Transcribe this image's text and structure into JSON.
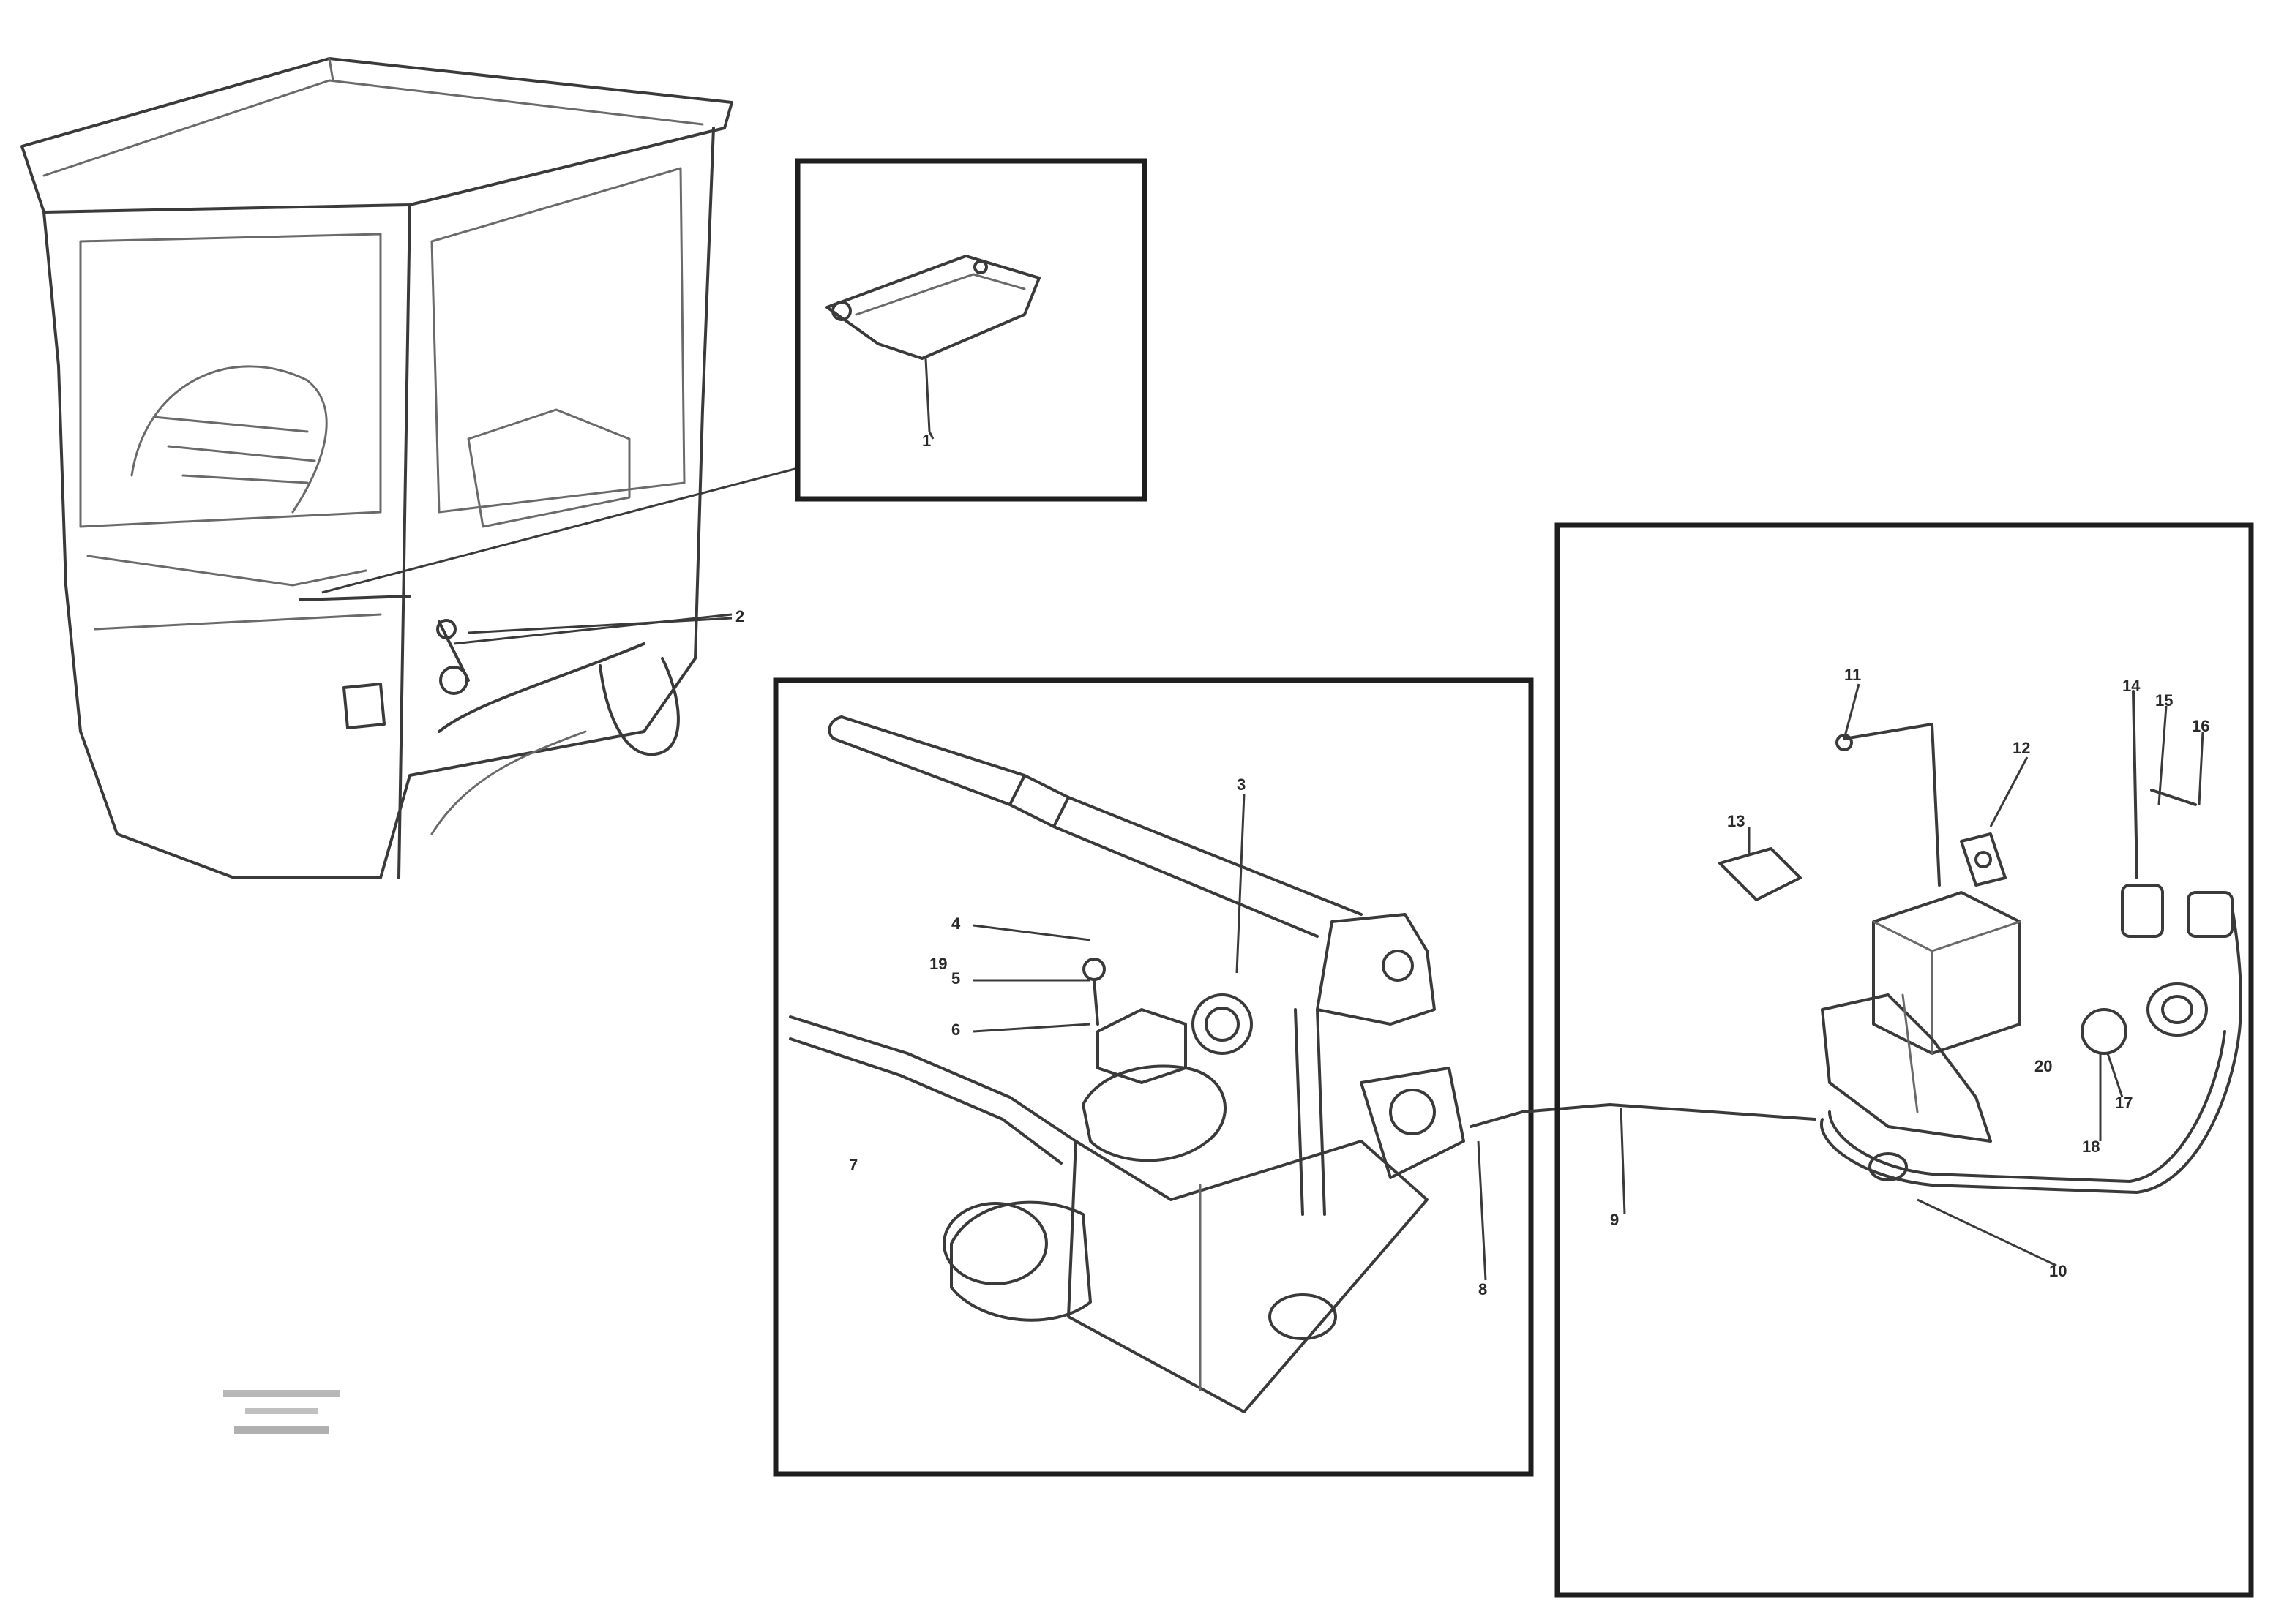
{
  "callouts": {
    "c1": "1",
    "c2": "2",
    "c3": "3",
    "c4": "4",
    "c5": "5",
    "c6": "6",
    "c7": "7",
    "c8": "8",
    "c9": "9",
    "c10": "10",
    "c11": "11",
    "c12": "12",
    "c13": "13",
    "c14": "14",
    "c15": "15",
    "c16": "16",
    "c17": "17",
    "c18": "18",
    "c19": "19",
    "c20": "20"
  },
  "caption": {
    "line1": "",
    "line2": "",
    "line3": ""
  }
}
